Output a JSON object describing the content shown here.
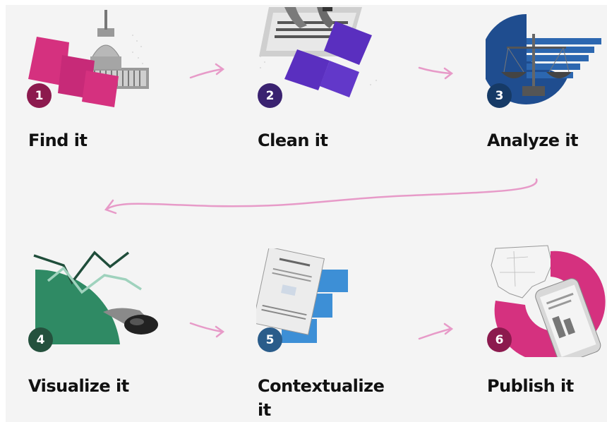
{
  "colors": {
    "pink": "#c93c84",
    "magenta": "#d5317f",
    "purple": "#5a2fbf",
    "navy": "#1f4d8f",
    "green": "#2f8a64",
    "blue": "#3d8fd6",
    "arrow": "#e79ac8"
  },
  "steps": [
    {
      "number": "1",
      "label": "Find it",
      "badge_color": "#8c1a4e",
      "icon": "capitol-icon"
    },
    {
      "number": "2",
      "label": "Clean it",
      "badge_color": "#3a2270",
      "icon": "laptop-icon"
    },
    {
      "number": "3",
      "label": "Analyze it",
      "badge_color": "#163a66",
      "icon": "scales-icon"
    },
    {
      "number": "4",
      "label": "Visualize it",
      "badge_color": "#24513d",
      "icon": "mouse-icon"
    },
    {
      "number": "5",
      "label": "Contextualize it",
      "badge_color": "#2a5c8a",
      "icon": "report-icon"
    },
    {
      "number": "6",
      "label": "Publish it",
      "badge_color": "#8c1a4e",
      "icon": "phone-icon"
    }
  ]
}
